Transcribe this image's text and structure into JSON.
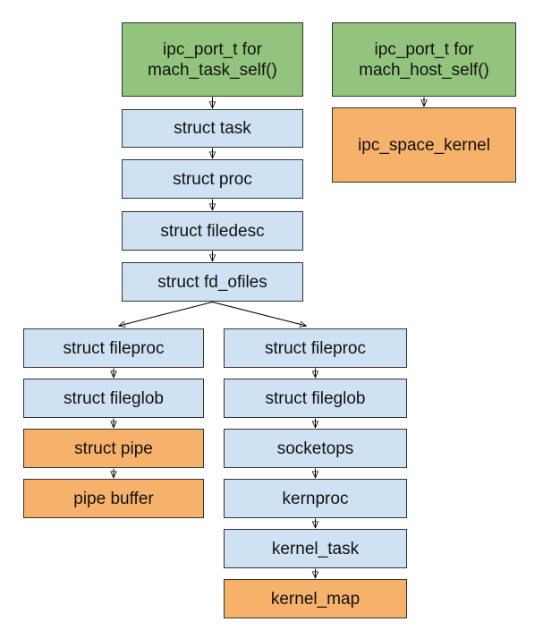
{
  "colors": {
    "green": "#93c47d",
    "blue": "#cfe2f3",
    "orange": "#f6b26b",
    "border": "#333333",
    "arrow": "#000000",
    "background": "#ffffff"
  },
  "diagram": {
    "nodes": [
      {
        "id": "ipc-port-task",
        "label": "ipc_port_t for\nmach_task_self()",
        "color": "green"
      },
      {
        "id": "ipc-port-host",
        "label": "ipc_port_t for\nmach_host_self()",
        "color": "green"
      },
      {
        "id": "ipc-space-kernel",
        "label": "ipc_space_kernel",
        "color": "orange"
      },
      {
        "id": "struct-task",
        "label": "struct task",
        "color": "blue"
      },
      {
        "id": "struct-proc",
        "label": "struct proc",
        "color": "blue"
      },
      {
        "id": "struct-filedesc",
        "label": "struct filedesc",
        "color": "blue"
      },
      {
        "id": "struct-fd-ofiles",
        "label": "struct fd_ofiles",
        "color": "blue"
      },
      {
        "id": "struct-fileproc-left",
        "label": "struct fileproc",
        "color": "blue"
      },
      {
        "id": "struct-fileglob-left",
        "label": "struct fileglob",
        "color": "blue"
      },
      {
        "id": "struct-pipe",
        "label": "struct pipe",
        "color": "orange"
      },
      {
        "id": "pipe-buffer",
        "label": "pipe buffer",
        "color": "orange"
      },
      {
        "id": "struct-fileproc-right",
        "label": "struct fileproc",
        "color": "blue"
      },
      {
        "id": "struct-fileglob-right",
        "label": "struct fileglob",
        "color": "blue"
      },
      {
        "id": "socketops",
        "label": "socketops",
        "color": "blue"
      },
      {
        "id": "kernproc",
        "label": "kernproc",
        "color": "blue"
      },
      {
        "id": "kernel-task",
        "label": "kernel_task",
        "color": "blue"
      },
      {
        "id": "kernel-map",
        "label": "kernel_map",
        "color": "orange"
      }
    ],
    "edges": [
      {
        "from": "ipc-port-task",
        "to": "struct-task"
      },
      {
        "from": "ipc-port-host",
        "to": "ipc-space-kernel"
      },
      {
        "from": "struct-task",
        "to": "struct-proc"
      },
      {
        "from": "struct-proc",
        "to": "struct-filedesc"
      },
      {
        "from": "struct-filedesc",
        "to": "struct-fd-ofiles"
      },
      {
        "from": "struct-fd-ofiles",
        "to": "struct-fileproc-left"
      },
      {
        "from": "struct-fd-ofiles",
        "to": "struct-fileproc-right"
      },
      {
        "from": "struct-fileproc-left",
        "to": "struct-fileglob-left"
      },
      {
        "from": "struct-fileglob-left",
        "to": "struct-pipe"
      },
      {
        "from": "struct-pipe",
        "to": "pipe-buffer"
      },
      {
        "from": "struct-fileproc-right",
        "to": "struct-fileglob-right"
      },
      {
        "from": "struct-fileglob-right",
        "to": "socketops"
      },
      {
        "from": "socketops",
        "to": "kernproc"
      },
      {
        "from": "kernproc",
        "to": "kernel-task"
      },
      {
        "from": "kernel-task",
        "to": "kernel-map"
      }
    ]
  }
}
